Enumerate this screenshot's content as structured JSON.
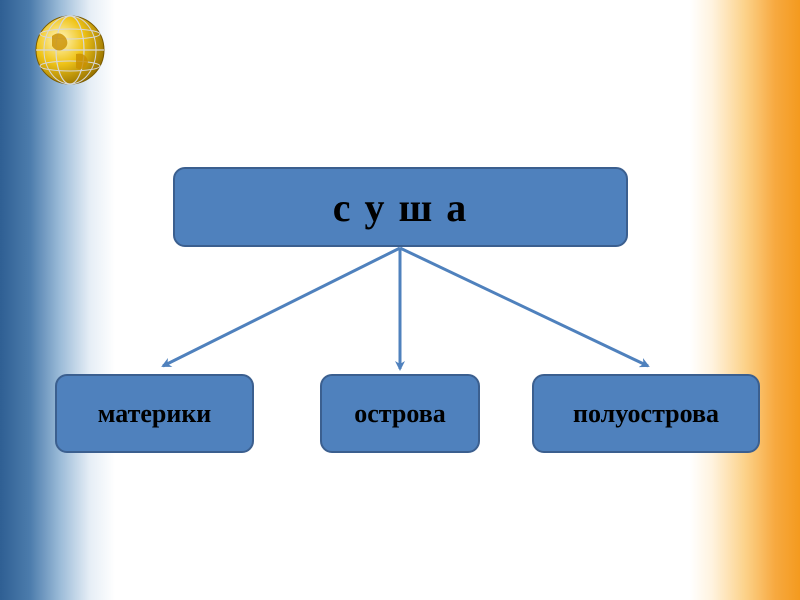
{
  "diagram": {
    "root": "с у ш а",
    "children": [
      "материки",
      "острова",
      "полуострова"
    ]
  },
  "colors": {
    "box_fill": "#4f81bd",
    "box_border": "#3b5f8f",
    "arrow": "#4f81bd",
    "left_stripe": "#2f5f93",
    "right_stripe": "#f49a1e"
  },
  "icons": [
    "globe-icon"
  ]
}
